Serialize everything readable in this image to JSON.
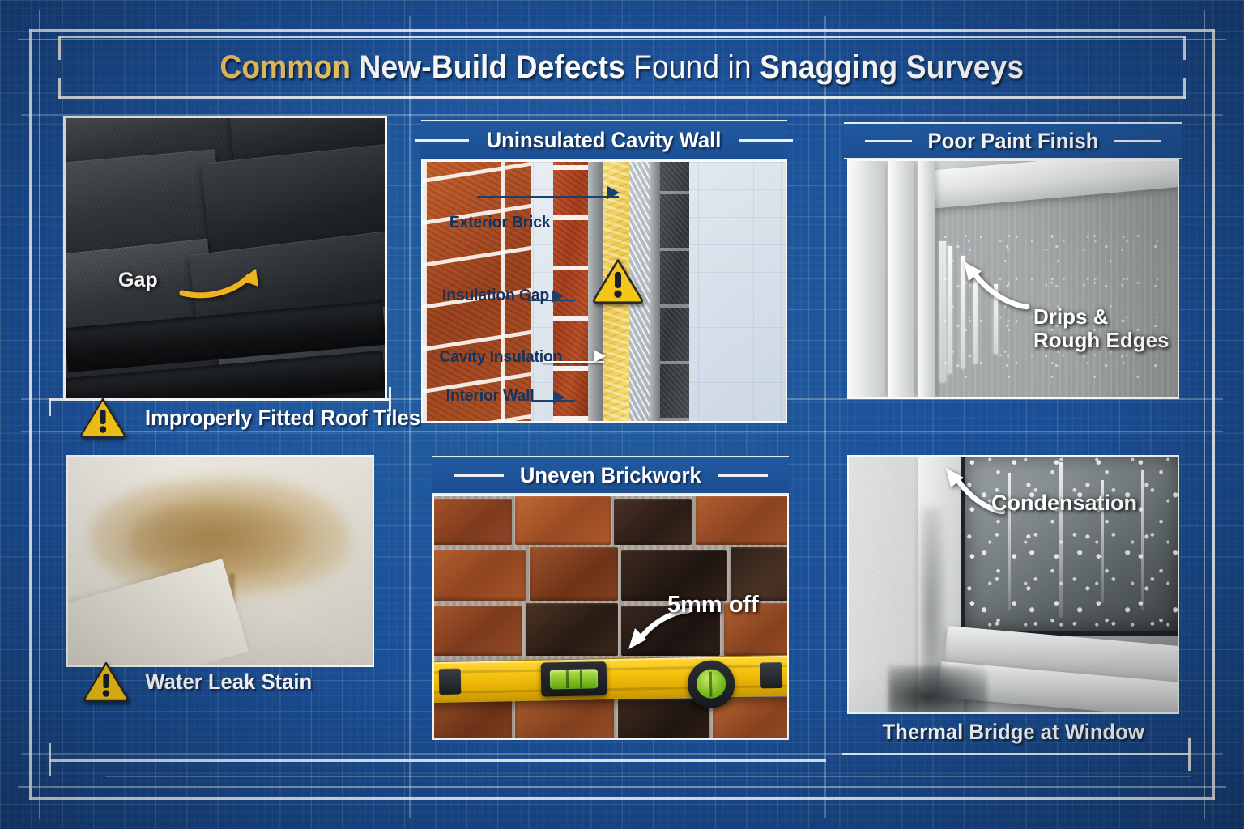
{
  "theme": {
    "blueprint_blue": "#1b5099",
    "header_blue": "#21599f",
    "accent_gold": "#f3c864",
    "warning_yellow": "#f5c518",
    "white": "#ffffff"
  },
  "header": {
    "title_part1": "Common",
    "title_part2": "New-Build Defects",
    "title_part3": "Found in",
    "title_part4": "Snagging Surveys"
  },
  "panels": [
    {
      "id": "roof-tiles",
      "caption": "Improperly Fitted Roof Tiles",
      "caption_position": "below",
      "warning_icon": "warning-triangle-icon",
      "callouts": [
        {
          "text": "Gap",
          "arrow": "curved-arrow-gold"
        }
      ]
    },
    {
      "id": "cavity-wall",
      "header_title": "Uninsulated Cavity Wall",
      "caption_position": "header",
      "warning_icon": "warning-triangle-icon",
      "diagram_labels": [
        {
          "text": "Exterior Brick",
          "arrow": "straight-arrow-navy"
        },
        {
          "text": "Insulation Gap",
          "arrow": "straight-arrow-navy"
        },
        {
          "text": "Cavity Insulation",
          "arrow": "straight-arrow-white"
        },
        {
          "text": "Interior Wall",
          "arrow": "straight-arrow-navy"
        }
      ]
    },
    {
      "id": "paint-finish",
      "header_title": "Poor Paint Finish",
      "caption_position": "header",
      "callouts": [
        {
          "text": "Drips &\nRough Edges",
          "arrow": "curved-arrow-white"
        }
      ]
    },
    {
      "id": "water-leak",
      "caption": "Water Leak Stain",
      "caption_position": "below",
      "warning_icon": "warning-triangle-icon",
      "callouts": []
    },
    {
      "id": "uneven-brickwork",
      "header_title": "Uneven Brickwork",
      "caption_position": "header",
      "callouts": [
        {
          "text": "5mm off",
          "arrow": "curved-arrow-white"
        }
      ]
    },
    {
      "id": "thermal-bridge",
      "caption": "Thermal Bridge at Window",
      "caption_position": "below",
      "callouts": [
        {
          "text": "Condensation",
          "arrow": "curved-arrow-white"
        }
      ]
    }
  ]
}
